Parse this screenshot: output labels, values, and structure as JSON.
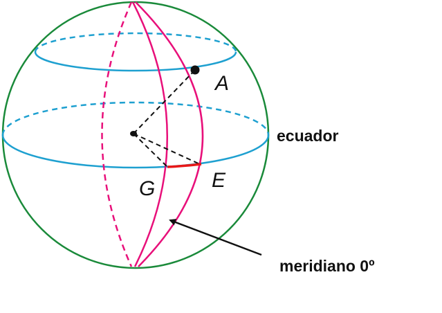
{
  "labels": {
    "point_a": "A",
    "point_e": "E",
    "point_g": "G",
    "equator": "ecuador",
    "meridian": "meridiano 0º"
  },
  "colors": {
    "sphere": "#1a8a3a",
    "parallels": "#1ea0d0",
    "meridian": "#e8107a",
    "arc": "#e81818",
    "lines": "#111111"
  }
}
